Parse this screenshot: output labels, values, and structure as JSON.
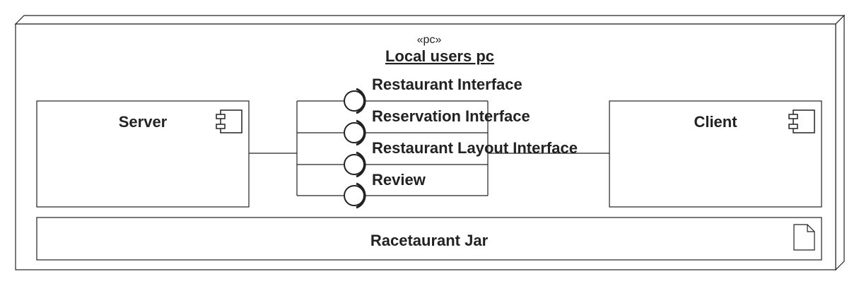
{
  "node": {
    "stereotype": "«pc»",
    "name": "Local users pc"
  },
  "components": {
    "server": {
      "label": "Server",
      "icon": "component-icon"
    },
    "client": {
      "label": "Client",
      "icon": "component-icon"
    }
  },
  "interfaces": [
    {
      "label": "Restaurant Interface"
    },
    {
      "label": "Reservation Interface"
    },
    {
      "label": "Restaurant Layout Interface"
    },
    {
      "label": "Review"
    }
  ],
  "artifact": {
    "label": "Racetaurant Jar",
    "icon": "document-icon"
  },
  "colors": {
    "stroke": "#222222",
    "fill": "#ffffff"
  }
}
